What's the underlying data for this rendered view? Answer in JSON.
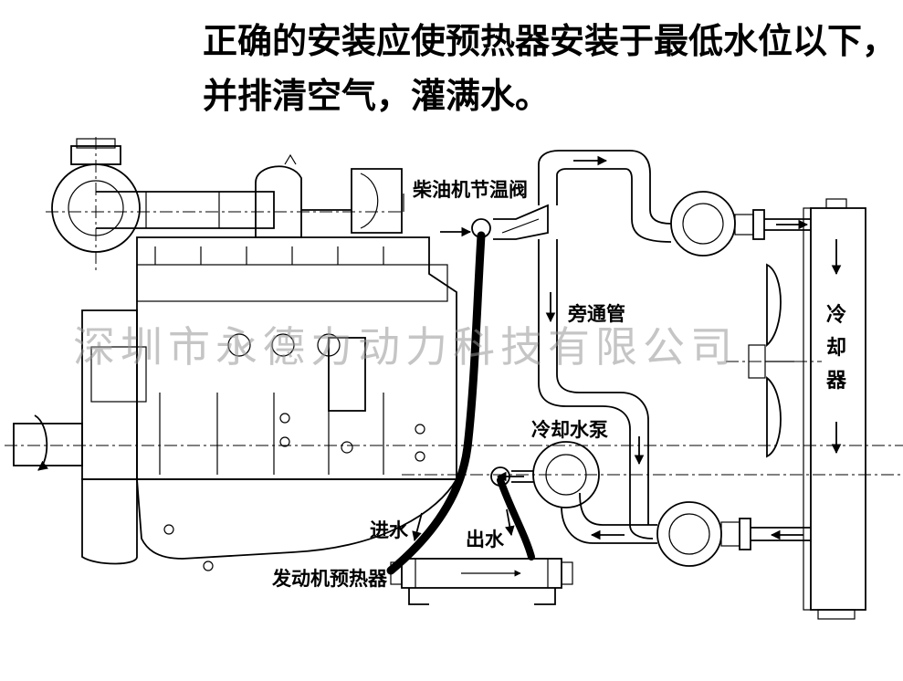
{
  "heading": {
    "line1": "正确的安装应使预热器安装于最低水位以下，",
    "line2": "并排清空气，灌满水。"
  },
  "labels": {
    "thermostat": "柴油机节温阀",
    "bypass": "旁通管",
    "pump": "冷却水泵",
    "inlet": "进水",
    "outlet": "出水",
    "preheater": "发动机预热器",
    "radiator": "冷却器"
  },
  "watermark": "深圳市永德力动力科技有限公司"
}
